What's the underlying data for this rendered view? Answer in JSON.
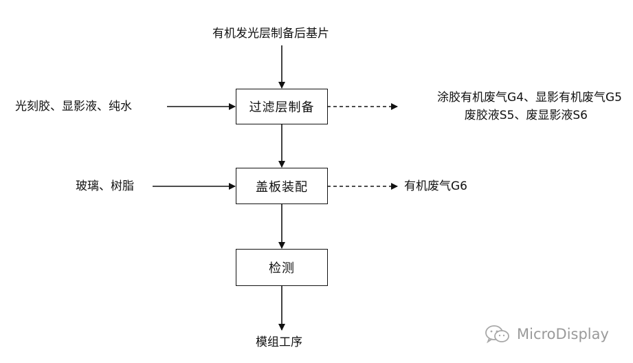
{
  "diagram": {
    "input_top": "有机发光层制备后基片",
    "steps": {
      "filter": "过滤层制备",
      "cover": "盖板装配",
      "inspect": "检测"
    },
    "inputs": {
      "filter": "光刻胶、显影液、纯水",
      "cover": "玻璃、树脂"
    },
    "outputs": {
      "filter_line1": "涂胶有机废气G4、显影有机废气G5",
      "filter_line2": "废胶液S5、废显影液S6",
      "cover": "有机废气G6"
    },
    "output_bottom": "模组工序"
  },
  "watermark": {
    "icon": "wechat-icon",
    "text": "MicroDisplay"
  }
}
